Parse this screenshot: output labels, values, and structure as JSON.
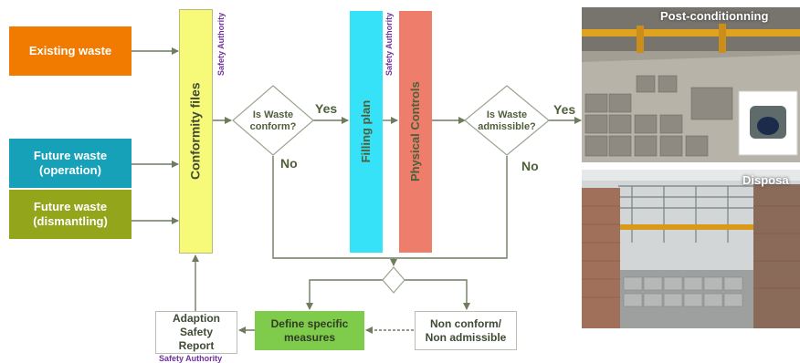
{
  "sources": {
    "existing": "Existing waste",
    "future_operation": "Future waste (operation)",
    "future_dismantling": "Future waste (dismantling)"
  },
  "conformity_files": "Conformity files",
  "safety_authority": "Safety Authority",
  "decision_conform": "Is Waste conform?",
  "filling_plan": "Filling plan",
  "physical_controls": "Physical Controls",
  "decision_admissible": "Is Waste admissible?",
  "yes": "Yes",
  "no": "No",
  "define_measures": "Define specific measures",
  "non_conform": "Non conform/ Non admissible",
  "adaption_report": "Adaption Safety Report",
  "photos": {
    "post_conditioning": "Post-conditionning",
    "disposal": "Disposa"
  },
  "colors": {
    "existing": "#f07b00",
    "operation": "#17a1b8",
    "dismantling": "#92a51b",
    "conformity": "#f7f979",
    "filling": "#36e2f7",
    "physical": "#ee7e6b",
    "measures": "#7fcc4c",
    "arrow": "#6e7c5e",
    "label": "#4e5f3a",
    "authority": "#7030a0"
  }
}
